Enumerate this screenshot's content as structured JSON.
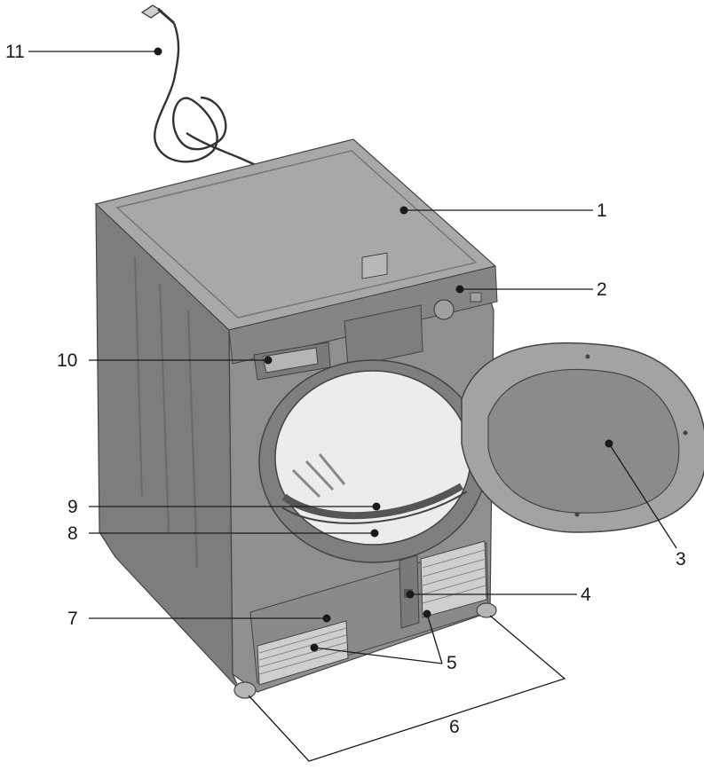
{
  "colors": {
    "body": "#8e8e8e",
    "body_dark": "#7a7a7a",
    "top": "#a9a9a9",
    "ink": "#1a1a1a",
    "background": "#ffffff"
  },
  "parts": [
    {
      "number": "1",
      "icon": "top-cover"
    },
    {
      "number": "2",
      "icon": "control-panel"
    },
    {
      "number": "3",
      "icon": "loading-door"
    },
    {
      "number": "4",
      "icon": "kickplate-opening-button"
    },
    {
      "number": "5",
      "icon": "ventilation-grilles"
    },
    {
      "number": "6",
      "icon": "adjustable-feet"
    },
    {
      "number": "7",
      "icon": "kickplate"
    },
    {
      "number": "8",
      "icon": "lint-filter"
    },
    {
      "number": "9",
      "icon": "drum"
    },
    {
      "number": "10",
      "icon": "water-tank-drawer"
    },
    {
      "number": "11",
      "icon": "power-cable"
    }
  ]
}
